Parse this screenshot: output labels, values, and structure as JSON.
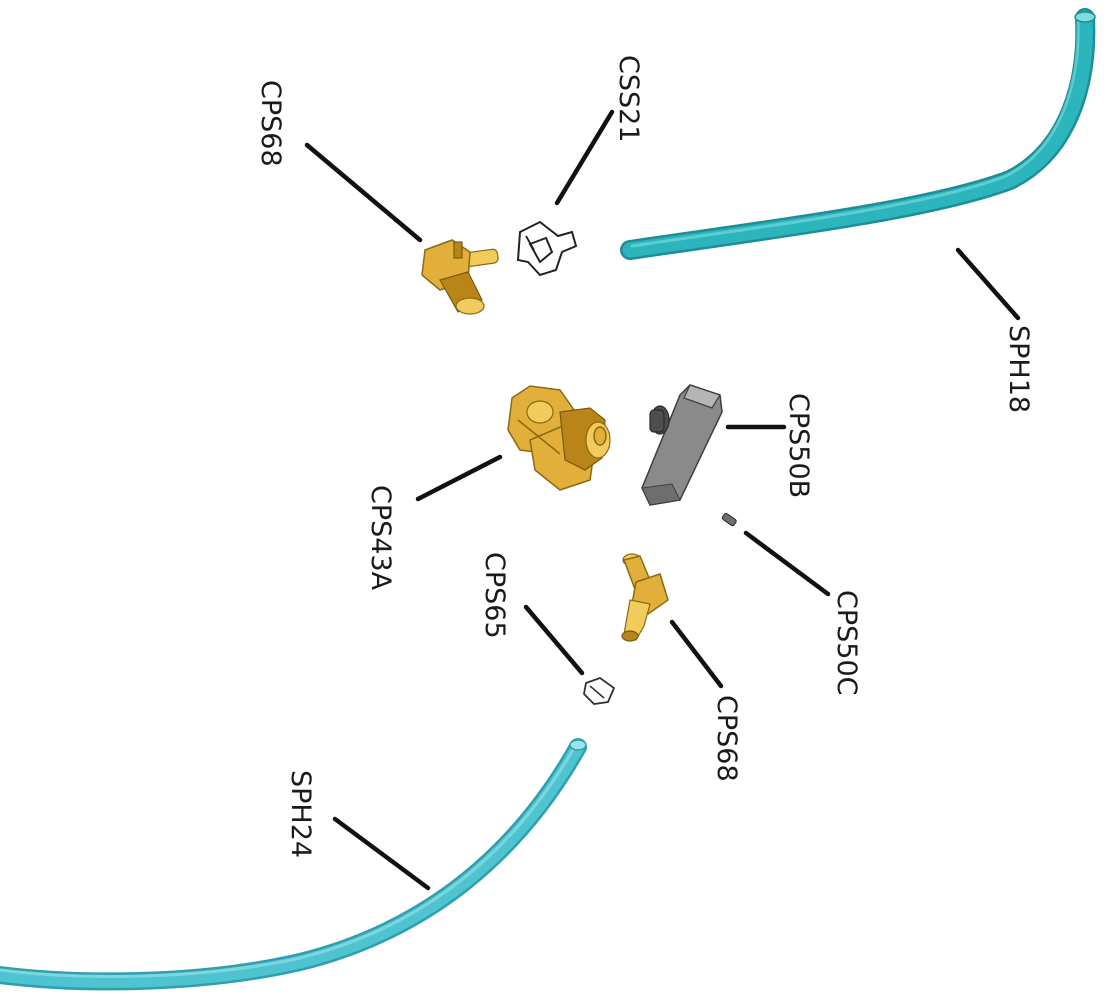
{
  "diagram": {
    "labels": {
      "cps68_top": "CPS68",
      "css21": "CSS21",
      "sph18": "SPH18",
      "cps50b": "CPS50B",
      "cps43a": "CPS43A",
      "cps50c": "CPS50C",
      "cps65": "CPS65",
      "cps68_bottom": "CPS68",
      "sph24": "SPH24"
    },
    "colors": {
      "hose_sph18": "#2CB5BD",
      "hose_sph24": "#4FC3CF",
      "brass": "#E2B03A",
      "grey_part": "#8a8a8a",
      "leader_line": "#111111"
    }
  }
}
